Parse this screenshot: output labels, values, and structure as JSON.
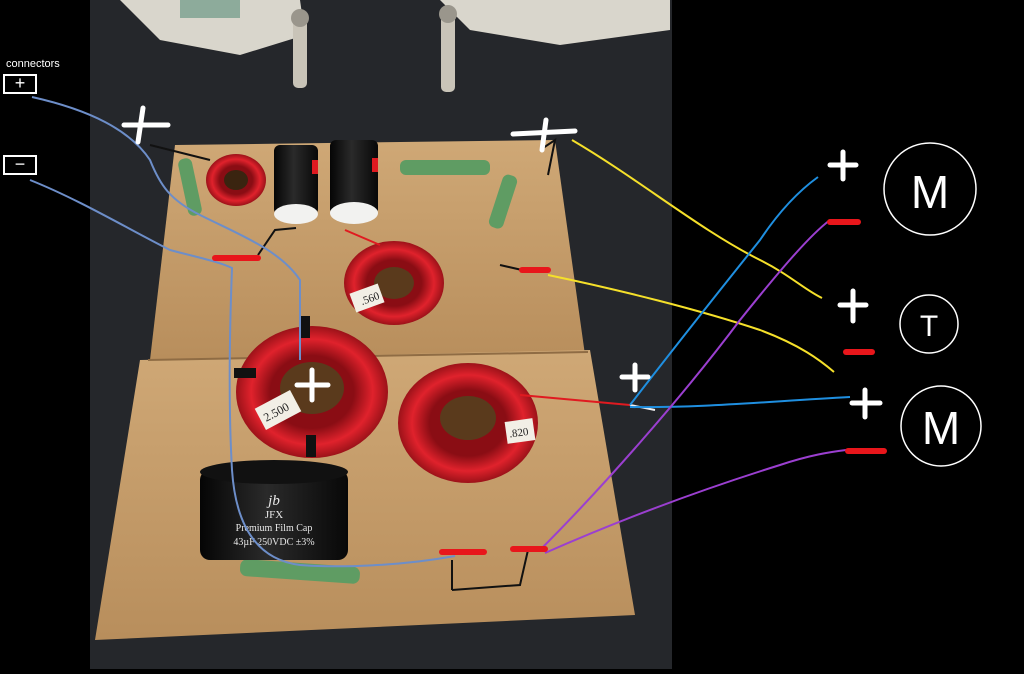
{
  "annotations": {
    "connectors_label": "connectors",
    "plus_sign": "+",
    "minus_sign": "−",
    "woofer_label": "M",
    "tweeter_label": "T"
  },
  "components": {
    "capacitor_brand": "jb",
    "capacitor_model": "JFX",
    "capacitor_type": "Premium Film Cap",
    "capacitor_rating": "43µF 250VDC ±3%",
    "coil_large_label": "2.500",
    "coil_mid_label": ".560",
    "coil_right_label": ".820"
  },
  "colors": {
    "positive_wire": "#ffffff",
    "negative_marker": "#e8161b",
    "woofer_wire": "#1f8fe0",
    "tweeter_wire": "#f5e02a",
    "second_woofer_wire": "#9b3fd0",
    "input_wire": "#6d8ec9",
    "cardboard": "#c9a371",
    "coil_copper": "#d1202b",
    "resistor_green": "#5f9c63"
  }
}
